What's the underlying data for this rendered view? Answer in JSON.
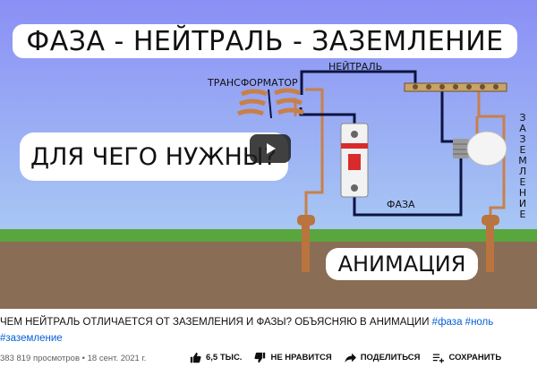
{
  "video": {
    "title": "ФАЗА - НЕЙТРАЛЬ - ЗАЗЕМЛЕНИЕ",
    "subtitle": "ДЛЯ ЧЕГО НУЖНЫ?",
    "tag": "АНИМАЦИЯ",
    "labels": {
      "transformer": "ТРАНСФОРМАТОР",
      "neutral": "НЕЙТРАЛЬ",
      "phase": "ФАЗА",
      "ground_vertical": "ЗАЗЕМЛЕНИЕ"
    },
    "colors": {
      "sky_top": "#8a8ff5",
      "sky_bottom": "#a8c8f4",
      "grass": "#5aa63e",
      "soil": "#8a6d55",
      "copper": "#c8804a",
      "wire": "#0c1440"
    }
  },
  "caption": {
    "title": "ЧЕМ НЕЙТРАЛЬ ОТЛИЧАЕТСЯ ОТ ЗАЗЕМЛЕНИЯ И ФАЗЫ? ОБЪЯСНЯЮ В АНИМАЦИИ",
    "hashtag1": "#фаза",
    "hashtag2": "#ноль",
    "hashtag3": "#заземление"
  },
  "meta": {
    "views": "383 819 просмотров",
    "separator": "•",
    "date": "18 сент. 2021 г."
  },
  "actions": {
    "likes": "6,5 ТЫС.",
    "dislike": "НЕ НРАВИТСЯ",
    "share": "ПОДЕЛИТЬСЯ",
    "save": "СОХРАНИТЬ"
  }
}
